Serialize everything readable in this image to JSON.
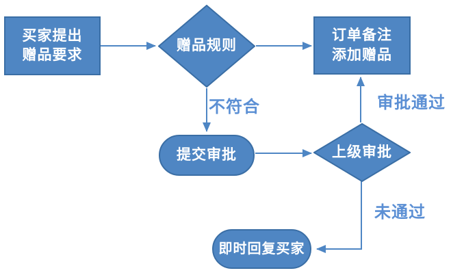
{
  "colors": {
    "background": "#ffffff",
    "shape_fill": "#4f86c3",
    "shape_border": "#3a6ea5",
    "arrow": "#4e86c4",
    "edge_label": "#5b8fd4",
    "node_text": "#ffffff"
  },
  "flowchart": {
    "nodes": {
      "buyer_request": {
        "type": "process",
        "label": "买家提出\n赠品要求"
      },
      "gift_rules": {
        "type": "decision",
        "label": "赠品规则"
      },
      "order_note": {
        "type": "process",
        "label": "订单备注\n添加赠品"
      },
      "submit_approval": {
        "type": "terminator",
        "label": "提交审批"
      },
      "supervisor_approval": {
        "type": "decision",
        "label": "上级审批"
      },
      "reply_buyer": {
        "type": "terminator",
        "label": "即时回复买家"
      }
    },
    "edge_labels": {
      "not_compliant": "不符合",
      "approved": "审批通过",
      "rejected": "未通过"
    }
  }
}
